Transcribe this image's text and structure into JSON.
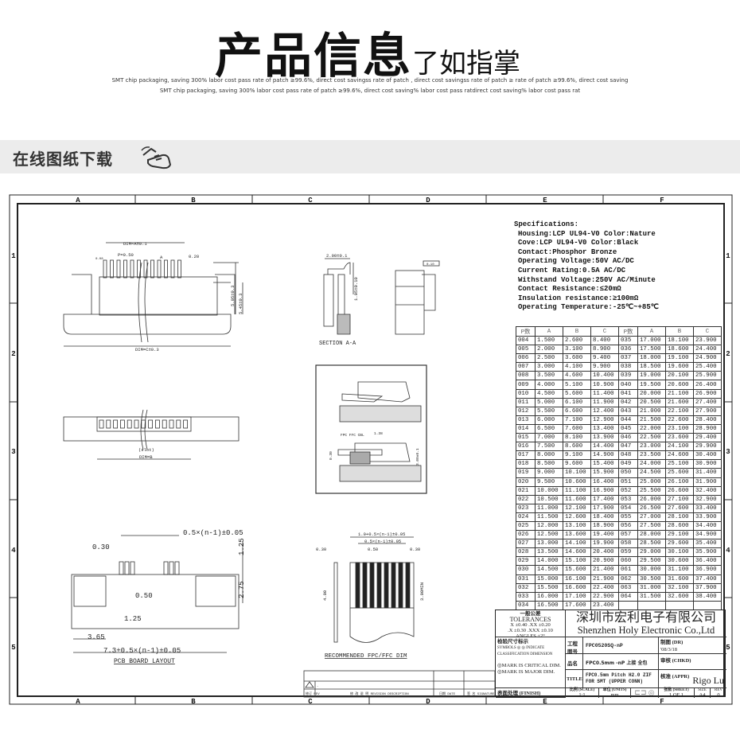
{
  "header": {
    "title_main": "产品信息",
    "title_sub": "了如指掌",
    "tagline_1": "SMT chip packaging, saving 300% labor cost   pass rate of patch ≥99.6%, direct cost savingss rate of patch  , direct cost savingss rate of patch ≥ rate of patch ≥99.6%, direct cost saving",
    "tagline_2": "SMT chip packaging, saving 300% labor cost   pass rate of patch ≥99.6%, direct cost saving% labor cost   pass ratdirect cost saving% labor cost   pass rat"
  },
  "section": {
    "title": "在线图纸下载",
    "icon": "hand-pointer-icon"
  },
  "grid": {
    "columns": [
      "A",
      "B",
      "C",
      "D",
      "E",
      "F"
    ],
    "rows": [
      "1",
      "2",
      "3",
      "4",
      "5"
    ]
  },
  "drawing": {
    "top_view": {
      "dim_a": "DIM=A±0.1",
      "pitch": "P=0.50",
      "a_mark": "A",
      "dim_020": "0.20",
      "h1": "5.05±0.3",
      "h2": "5.45±0.3",
      "dim_c": "DIM=C±0.3",
      "flat": "0.08"
    },
    "bottom_view": {
      "slot": "(slot)",
      "dim_b": "DIM=B"
    },
    "section": {
      "width": "2.00±0.1",
      "height": "1.05±0.10",
      "label": "SECTION A-A",
      "flat": "0.10"
    },
    "detail": {
      "fpc": "FPC FFC CBL",
      "d138": "1.38",
      "d030": "0.30",
      "d300": "3.00±0.1"
    },
    "pcb": {
      "d1": "0.5×(n-1)±0.05",
      "d2": "0.30",
      "d3": "1.25",
      "d4": "0.50",
      "d5": "2.75",
      "d6": "1.25",
      "d7": "3.65",
      "d8": "7.3+0.5×(n-1)±0.05",
      "label": "PCB BOARD LAYOUT"
    },
    "fpc": {
      "d1": "1.0+0.5×(n-1)±0.05",
      "d2": "0.5×(n-1)±0.05",
      "d3": "0.50",
      "d4": "0.30",
      "d5": "0.30",
      "d6": "4.00",
      "d7": "3.00MIN",
      "label": "RECOMMENDED FPC/FFC DIM"
    }
  },
  "specs": {
    "heading": "Specifications:",
    "lines": [
      "Housing:LCP UL94-V0 Color:Nature",
      "Cove:LCP UL94-V0 Color:Black",
      "Contact:Phosphor Bronze",
      "Operating Voltage:50V AC/DC",
      "Current Rating:0.5A AC/DC",
      "Withstand Voltage:250V AC/Minute",
      "Contact Resistance:≤20mΩ",
      "Insulation resistance:≥100mΩ",
      "Operating Temperature:-25℃~+85℃"
    ]
  },
  "dim_table": {
    "headers": [
      "P数",
      "A",
      "B",
      "C",
      "P数",
      "A",
      "B",
      "C"
    ],
    "rows": [
      [
        "004",
        "1.500",
        "2.600",
        "8.400",
        "035",
        "17.000",
        "18.100",
        "23.900"
      ],
      [
        "005",
        "2.000",
        "3.100",
        "8.900",
        "036",
        "17.500",
        "18.600",
        "24.400"
      ],
      [
        "006",
        "2.500",
        "3.600",
        "9.400",
        "037",
        "18.000",
        "19.100",
        "24.900"
      ],
      [
        "007",
        "3.000",
        "4.100",
        "9.900",
        "038",
        "18.500",
        "19.600",
        "25.400"
      ],
      [
        "008",
        "3.500",
        "4.600",
        "10.400",
        "039",
        "19.000",
        "20.100",
        "25.900"
      ],
      [
        "009",
        "4.000",
        "5.100",
        "10.900",
        "040",
        "19.500",
        "20.600",
        "26.400"
      ],
      [
        "010",
        "4.500",
        "5.600",
        "11.400",
        "041",
        "20.000",
        "21.100",
        "26.900"
      ],
      [
        "011",
        "5.000",
        "6.100",
        "11.900",
        "042",
        "20.500",
        "21.600",
        "27.400"
      ],
      [
        "012",
        "5.500",
        "6.600",
        "12.400",
        "043",
        "21.000",
        "22.100",
        "27.900"
      ],
      [
        "013",
        "6.000",
        "7.100",
        "12.900",
        "044",
        "21.500",
        "22.600",
        "28.400"
      ],
      [
        "014",
        "6.500",
        "7.600",
        "13.400",
        "045",
        "22.000",
        "23.100",
        "28.900"
      ],
      [
        "015",
        "7.000",
        "8.100",
        "13.900",
        "046",
        "22.500",
        "23.600",
        "29.400"
      ],
      [
        "016",
        "7.500",
        "8.600",
        "14.400",
        "047",
        "23.000",
        "24.100",
        "29.900"
      ],
      [
        "017",
        "8.000",
        "9.100",
        "14.900",
        "048",
        "23.500",
        "24.600",
        "30.400"
      ],
      [
        "018",
        "8.500",
        "9.600",
        "15.400",
        "049",
        "24.000",
        "25.100",
        "30.900"
      ],
      [
        "019",
        "9.000",
        "10.100",
        "15.900",
        "050",
        "24.500",
        "25.600",
        "31.400"
      ],
      [
        "020",
        "9.500",
        "10.600",
        "16.400",
        "051",
        "25.000",
        "26.100",
        "31.900"
      ],
      [
        "021",
        "10.000",
        "11.100",
        "16.900",
        "052",
        "25.500",
        "26.600",
        "32.400"
      ],
      [
        "022",
        "10.500",
        "11.600",
        "17.400",
        "053",
        "26.000",
        "27.100",
        "32.900"
      ],
      [
        "023",
        "11.000",
        "12.100",
        "17.900",
        "054",
        "26.500",
        "27.600",
        "33.400"
      ],
      [
        "024",
        "11.500",
        "12.600",
        "18.400",
        "055",
        "27.000",
        "28.100",
        "33.900"
      ],
      [
        "025",
        "12.000",
        "13.100",
        "18.900",
        "056",
        "27.500",
        "28.600",
        "34.400"
      ],
      [
        "026",
        "12.500",
        "13.600",
        "19.400",
        "057",
        "28.000",
        "29.100",
        "34.900"
      ],
      [
        "027",
        "13.000",
        "14.100",
        "19.900",
        "058",
        "28.500",
        "29.600",
        "35.400"
      ],
      [
        "028",
        "13.500",
        "14.600",
        "20.400",
        "059",
        "29.000",
        "30.100",
        "35.900"
      ],
      [
        "029",
        "14.000",
        "15.100",
        "20.900",
        "060",
        "29.500",
        "30.600",
        "36.400"
      ],
      [
        "030",
        "14.500",
        "15.600",
        "21.400",
        "061",
        "30.000",
        "31.100",
        "36.900"
      ],
      [
        "031",
        "15.000",
        "16.100",
        "21.900",
        "062",
        "30.500",
        "31.600",
        "37.400"
      ],
      [
        "032",
        "15.500",
        "16.600",
        "22.400",
        "063",
        "31.000",
        "32.100",
        "37.900"
      ],
      [
        "033",
        "16.000",
        "17.100",
        "22.900",
        "064",
        "31.500",
        "32.600",
        "38.400"
      ],
      [
        "034",
        "16.500",
        "17.600",
        "23.400",
        "",
        "",
        "",
        ""
      ]
    ]
  },
  "title_block": {
    "tol_cn": "一般公差",
    "tol_en": "TOLERANCES",
    "tol_1": "X  ±0.40   .XX  ±0.20",
    "tol_2": ".X ±0.30  .XXX ±0.10",
    "tol_3": "ANGLES    ±2°",
    "company_cn": "深圳市宏利电子有限公司",
    "company_en": "Shenzhen Holy Electronic Co.,Ltd",
    "insp": "检验尺寸标示",
    "sym": "SYMBOLS ◎ ◎ INDICATE CLASSIFICATION DIMENSION",
    "crit": "◎MARK IS CRITICAL DIM.",
    "major": "◎MARK IS MAJOR DIM.",
    "finish": "表面处理 (FINISH)",
    "part_no_label": "工程图号",
    "part_no": "FPC0520SQ-nP",
    "name_label": "品名",
    "name": "FPC0.5mm -nP 上接 全包",
    "title_label": "TITLE",
    "title": "FPC0.5mm Pitch H2.0 ZIF FOR SMT (UPPER CONN)",
    "drawn_label": "制图 (DR)",
    "drawn_date": "'08/3/18",
    "checked_label": "审核 (CHKD)",
    "approved_label": "核准 (APPR)",
    "approved": "Rigo Lu",
    "scale_label": "比例 (SCALE)",
    "scale": "1:1",
    "units_label": "单位 (UNITS)",
    "units": "mm",
    "sheet_label": "张数 (SHEET)",
    "sheet": "1 OF 1",
    "size_label": "SIZE",
    "size": "A4",
    "rev_label": "REV",
    "rev": "0"
  },
  "revision_block": {
    "rev_label": "修订 REV",
    "desc_label": "修 改 说 明 REVISION DESCRIPTION",
    "date_label": "日期 DATE",
    "sign_label": "签 名 SIGNATURE",
    "dash": "-"
  }
}
